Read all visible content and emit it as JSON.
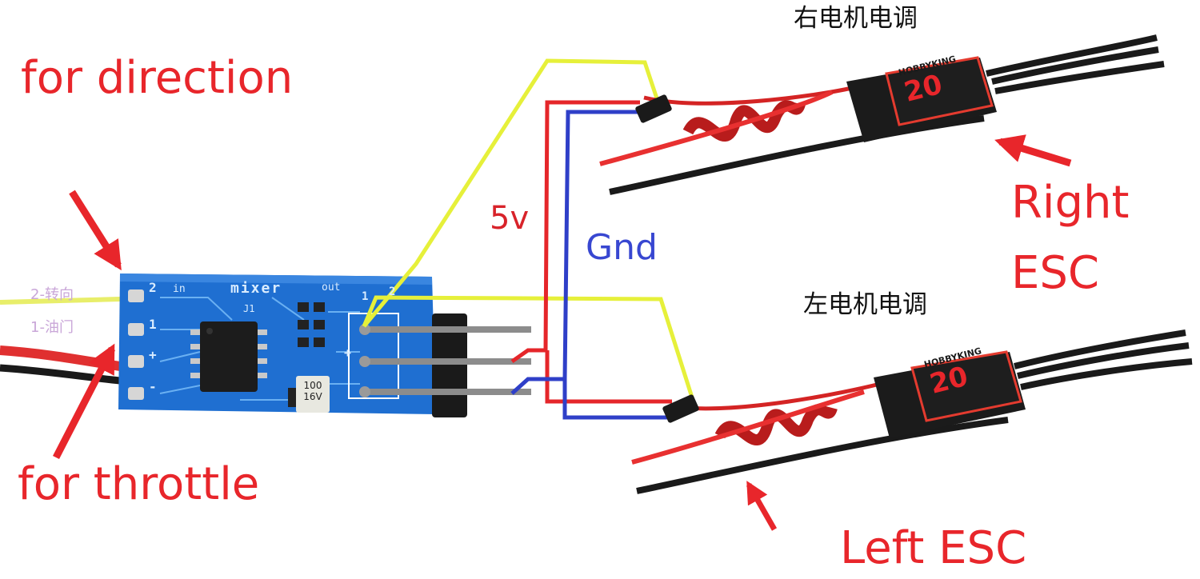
{
  "labels": {
    "for_direction": "for direction",
    "for_throttle": "for throttle",
    "right_esc_line1": "Right",
    "right_esc_line2": "ESC",
    "left_esc": "Left ESC",
    "right_esc_cn": "右电机电调",
    "left_esc_cn": "左电机电调",
    "five_v": "5v",
    "gnd": "Gnd",
    "pin2_steering": "2-转向",
    "pin1_throttle": "1-油门"
  },
  "board": {
    "title": "mixer",
    "in_label": "in",
    "out_label": "out",
    "ic_label": "J1",
    "pin_2": "2",
    "pin_1": "1",
    "pin_plus": "+",
    "pin_minus": "-",
    "out_pin_1": "1",
    "out_pin_2": "2",
    "out_plus": "+",
    "capacitor_text": "100\n16V"
  },
  "esc": {
    "right_brand": "HOBBYKING",
    "right_rating": "20",
    "left_brand": "HOBBYKING",
    "left_rating": "20"
  },
  "colors": {
    "annotation_red": "#e8262b",
    "wire_yellow": "#e6f03a",
    "wire_red": "#e5262a",
    "wire_blue": "#2f3fc8",
    "gnd_text": "#3847d1",
    "pcb_blue": "#1f6fd1",
    "esc_body": "#1b1b1b"
  }
}
